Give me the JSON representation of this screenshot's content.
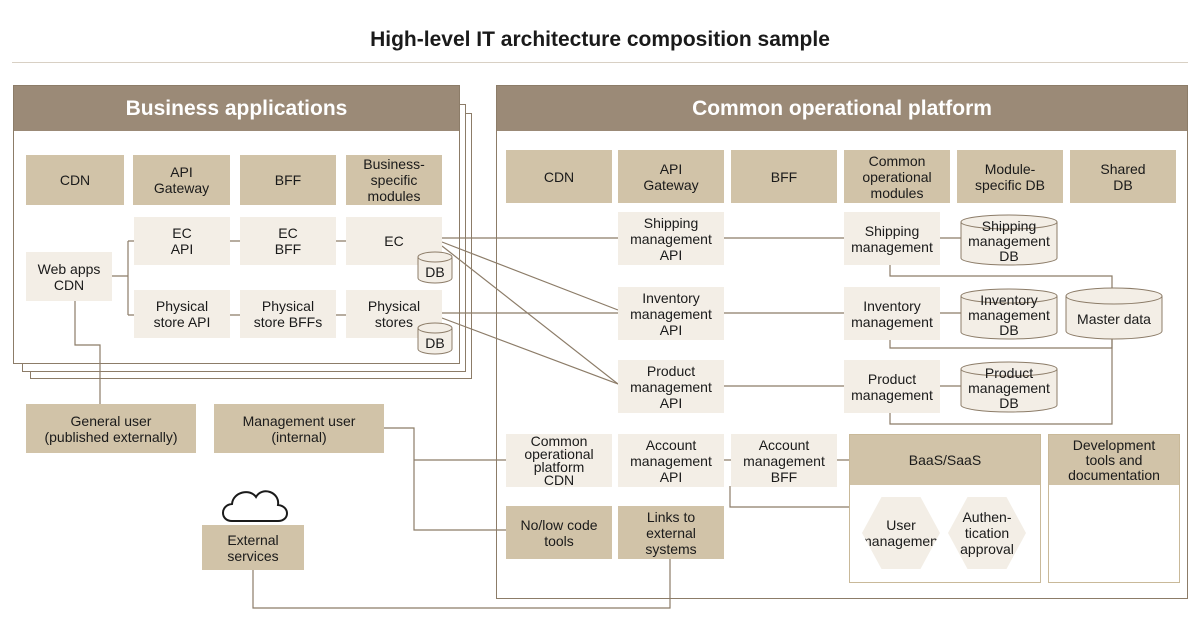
{
  "title": "High-level IT architecture composition sample",
  "business": {
    "header": "Business applications",
    "columns": [
      "CDN",
      "API\nGateway",
      "BFF",
      "Business-\nspecific\nmodules"
    ],
    "web_apps_cdn": "Web apps\nCDN",
    "ec_api": "EC\nAPI",
    "ec_bff": "EC\nBFF",
    "ec": "EC",
    "physical_store_api": "Physical\nstore API",
    "physical_store_bffs": "Physical\nstore BFFs",
    "physical_stores": "Physical\nstores",
    "db": "DB"
  },
  "users": {
    "general": "General user\n(published externally)",
    "management": "Management user\n(internal)",
    "external": "External\nservices"
  },
  "platform": {
    "header": "Common operational platform",
    "columns": [
      "CDN",
      "API\nGateway",
      "BFF",
      "Common\noperational\nmodules",
      "Module-\nspecific DB",
      "Shared\nDB"
    ],
    "shipping_api": "Shipping\nmanagement\nAPI",
    "inventory_api": "Inventory\nmanagement\nAPI",
    "product_api": "Product\nmanagement\nAPI",
    "shipping_mgmt": "Shipping\nmanagement",
    "inventory_mgmt": "Inventory\nmanagement",
    "product_mgmt": "Product\nmanagement",
    "shipping_db": "Shipping\nmanagement\nDB",
    "inventory_db": "Inventory\nmanagement\nDB",
    "product_db": "Product\nmanagement\nDB",
    "master_data": "Master data",
    "common_cdn": "Common\noperational\nplatform\nCDN",
    "account_api": "Account\nmanagement\nAPI",
    "account_bff": "Account\nmanagement\nBFF",
    "nolow_code": "No/low code\ntools",
    "links_external": "Links to\nexternal\nsystems",
    "baas": "BaaS/SaaS",
    "user_mgmt": "User\nmanagement",
    "auth": "Authen-\ntication\napproval",
    "dev_tools": "Development\ntools and\ndocumentation"
  }
}
